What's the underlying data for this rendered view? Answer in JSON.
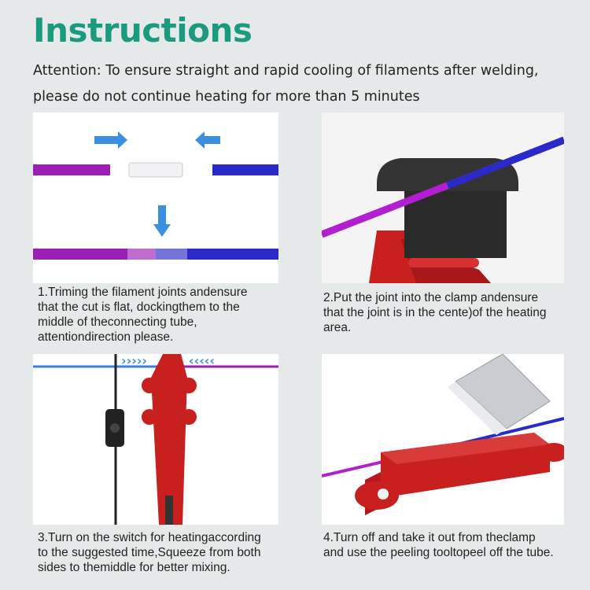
{
  "title": "Instructions",
  "attention": {
    "line1": "Attention: To ensure straight and rapid cooling of filaments after welding,",
    "line2": "please do not continue heating for more than 5 minutes"
  },
  "steps": [
    {
      "caption": [
        "1.Triming the filament joints andensure",
        "that the cut is flat, dockingthem to the",
        "middle of theconnecting tube,",
        "attentiondirection please."
      ]
    },
    {
      "caption": [
        "2.Put the joint into the clamp andensure",
        "that the joint is in the cente)of the heating",
        "area."
      ]
    },
    {
      "caption": [
        "3.Turn on the switch for heatingaccording",
        "to the suggested time,Squeeze from both",
        "sides to themiddle for better mixing."
      ]
    },
    {
      "caption": [
        "4.Turn off and take it out from theclamp",
        "and use the peeling tooltopeel off the tube."
      ]
    }
  ],
  "colors": {
    "title": "#1a9a7e",
    "purple": "#9b1fb5",
    "blue": "#2a2ac8",
    "red": "#c8201e",
    "arrow": "#3b8fe0"
  }
}
